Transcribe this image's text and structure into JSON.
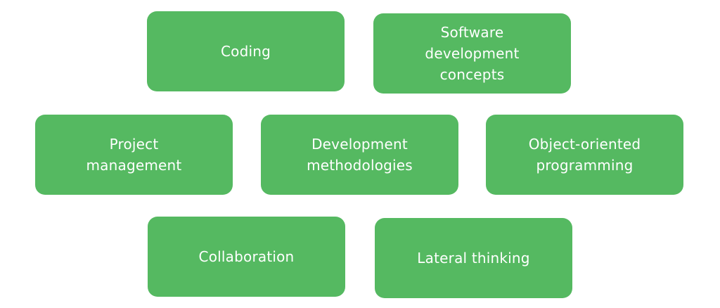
{
  "colors": {
    "box_fill": "#55b961",
    "box_text": "#ffffff",
    "background": "#ffffff"
  },
  "skills": [
    {
      "label": "Coding"
    },
    {
      "label": "Software\ndevelopment\nconcepts"
    },
    {
      "label": "Project\nmanagement"
    },
    {
      "label": "Development\nmethodologies"
    },
    {
      "label": "Object-oriented\nprogramming"
    },
    {
      "label": "Collaboration"
    },
    {
      "label": "Lateral thinking"
    }
  ]
}
